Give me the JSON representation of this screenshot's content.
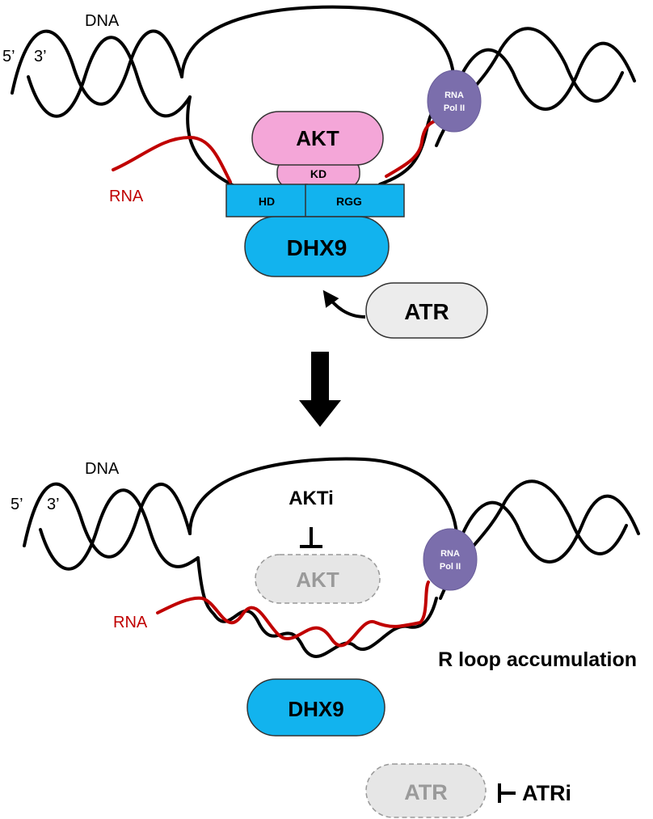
{
  "top": {
    "dna_label": "DNA",
    "strand_5": "5’",
    "strand_3": "3’",
    "rna_label": "RNA",
    "pol_line1": "RNA",
    "pol_line2": "Pol II",
    "akt_label": "AKT",
    "kd_label": "KD",
    "hd_label": "HD",
    "rgg_label": "RGG",
    "dhx9_label": "DHX9",
    "atr_label": "ATR"
  },
  "bottom": {
    "dna_label": "DNA",
    "strand_5": "5’",
    "strand_3": "3’",
    "rna_label": "RNA",
    "pol_line1": "RNA",
    "pol_line2": "Pol II",
    "akti_label": "AKTi",
    "akt_label": "AKT",
    "dhx9_label": "DHX9",
    "rloop_label": "R loop accumulation",
    "atr_label": "ATR",
    "atri_label": "ATRi"
  },
  "colors": {
    "akt_fill": "#f4a6d8",
    "dhx9_fill": "#12b3ee",
    "pol_fill": "#7b6eac",
    "atr_fill": "#ececec",
    "inactive_fill": "#e6e6e6",
    "inactive_text": "#9a9a9a",
    "rna_stroke": "#c00000"
  }
}
